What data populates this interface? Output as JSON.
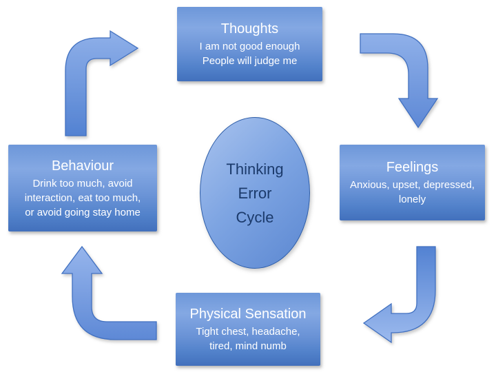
{
  "center": {
    "label": "Thinking\nError\nCycle"
  },
  "nodes": {
    "thoughts": {
      "title": "Thoughts",
      "detail": "I am not good enough\nPeople will judge me"
    },
    "feelings": {
      "title": "Feelings",
      "detail": "Anxious, upset, depressed,\nlonely"
    },
    "behaviour": {
      "title": "Behaviour",
      "detail": "Drink too much, avoid\ninteraction, eat too much,\nor avoid going stay home"
    },
    "physical_sensation": {
      "title": "Physical Sensation",
      "detail": "Tight chest, headache,\ntired, mind numb"
    }
  },
  "arrows": [
    {
      "name": "arrow-up-to-right-icon"
    },
    {
      "name": "arrow-right-to-down-icon"
    },
    {
      "name": "arrow-down-to-left-icon"
    },
    {
      "name": "arrow-left-to-up-icon"
    }
  ],
  "colors": {
    "background": "#ffffff",
    "box_gradient_top": "#6d97d9",
    "box_gradient_light": "#84a8e3",
    "box_gradient_bottom": "#4270bc",
    "box_text": "#ffffff",
    "arrow_fill_light": "#8fb0e9",
    "arrow_fill_dark": "#5382d2",
    "arrow_border": "#4070c0",
    "ellipse_fill_light": "#a9c3ee",
    "ellipse_fill_dark": "#5b87d1",
    "ellipse_border": "#2d5da8",
    "ellipse_text": "#1b3a6b"
  }
}
